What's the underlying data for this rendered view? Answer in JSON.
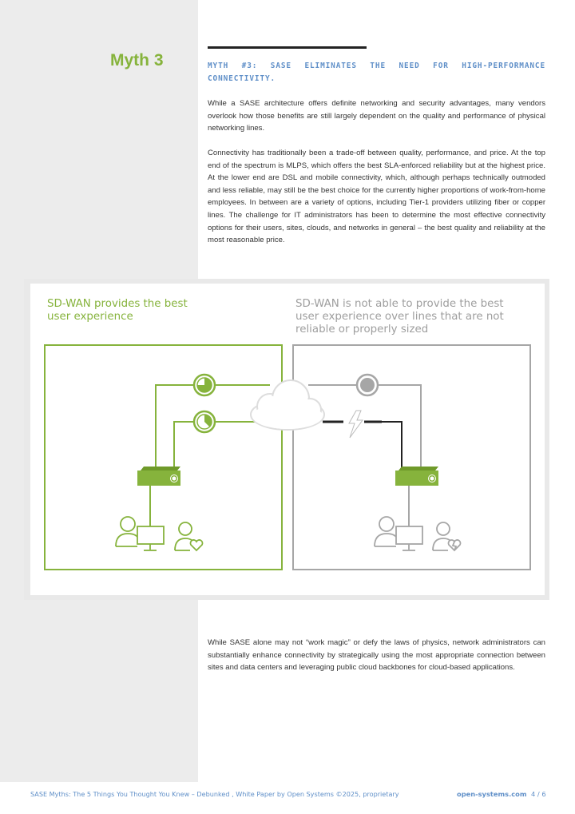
{
  "section": {
    "myth_label": "Myth 3",
    "heading": "MYTH #3: SASE ELIMINATES THE NEED FOR HIGH-PERFORMANCE CONNECTIVITY."
  },
  "body": {
    "paragraph_1": "While a SASE architecture offers definite networking and security advantages, many vendors overlook how those benefits are still largely dependent on the quality and performance of physical networking lines.",
    "paragraph_2": "Connectivity has traditionally been a trade-off between quality, performance, and price. At the top end of the spectrum is MLPS, which offers the best SLA-enforced reliability but at the highest price. At the lower end are DSL and mobile connectivity, which, although perhaps technically outmoded and less reliable, may still be the best choice for the currently higher proportions of work-from-home employees. In between are a variety of options, including Tier-1 providers utilizing fiber or copper lines. The challenge for IT administrators has been to determine the most effective connectivity options for their users, sites, clouds, and networks in general – the best quality and reliability at the most reasonable price.",
    "paragraph_3": "While SASE alone may not “work magic” or defy the laws of physics, network administrators can substantially enhance connectivity by strategically using the most appropriate connection between sites and data centers and leveraging public cloud backbones for cloud-based applications."
  },
  "figure": {
    "caption_left": "SD-WAN provides the best user experience",
    "caption_right": "SD-WAN is not able to provide the best user experience over lines that are not reliable or properly sized",
    "colors": {
      "green": "#86b33c",
      "gray": "#a6a6a6",
      "dark": "#222222"
    },
    "icons": [
      "clock-icon",
      "cloud-icon",
      "router-icon",
      "user-icon",
      "monitor-icon",
      "user-heart-icon",
      "user-broken-heart-icon",
      "lightning-icon"
    ]
  },
  "footer": {
    "document": "SASE Myths: The 5 Things You Thought You Knew – Debunked , White Paper by Open Systems ©2025, proprietary",
    "site": "open-systems.com",
    "page": "4 / 6"
  }
}
